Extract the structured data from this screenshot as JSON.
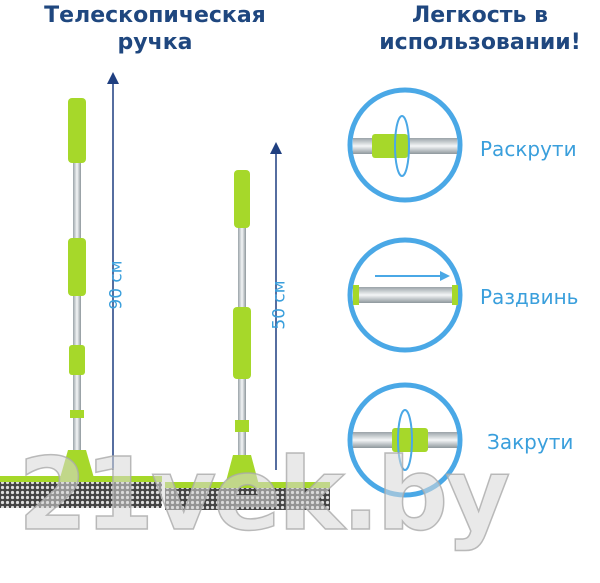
{
  "left_title": [
    "Телескопическая",
    "ручка"
  ],
  "right_title": [
    "Легкость в",
    "использовании!"
  ],
  "lengths": {
    "long": "90 см",
    "short": "50 см"
  },
  "steps": [
    "Раскрути",
    "Раздвинь",
    "Закрути"
  ],
  "watermark": "21vek.by",
  "colors": {
    "title": "#1f477f",
    "label": "#3a9fdc",
    "accent_green": "#a6d82a",
    "circle": "#4aa8e6",
    "arrow": "#1f3f80"
  }
}
